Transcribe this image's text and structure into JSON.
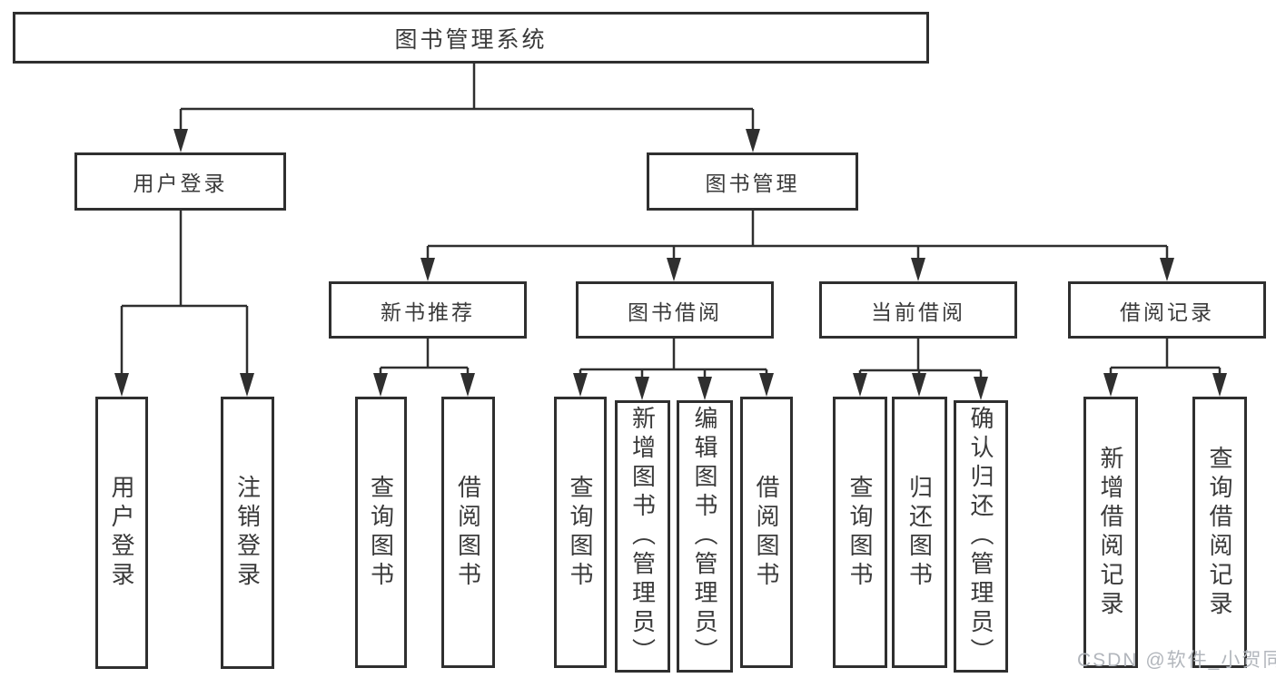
{
  "diagram_type": "hierarchy",
  "tree": {
    "label": "图书管理系统",
    "children": [
      {
        "label": "用户登录",
        "children": [
          {
            "label": "用户登录"
          },
          {
            "label": "注销登录"
          }
        ]
      },
      {
        "label": "图书管理",
        "children": [
          {
            "label": "新书推荐",
            "children": [
              {
                "label": "查询图书"
              },
              {
                "label": "借阅图书"
              }
            ]
          },
          {
            "label": "图书借阅",
            "children": [
              {
                "label": "查询图书"
              },
              {
                "label": "新增图书（管理员）"
              },
              {
                "label": "编辑图书（管理员）"
              },
              {
                "label": "借阅图书"
              }
            ]
          },
          {
            "label": "当前借阅",
            "children": [
              {
                "label": "查询图书"
              },
              {
                "label": "归还图书"
              },
              {
                "label": "确认归还（管理员）"
              }
            ]
          },
          {
            "label": "借阅记录",
            "children": [
              {
                "label": "新增借阅记录"
              },
              {
                "label": "查询借阅记录"
              }
            ]
          }
        ]
      }
    ]
  },
  "watermark": {
    "text": "CSDN @软件_小贺同学"
  },
  "colors": {
    "line": "#2f2f2f",
    "text": "#3a3a3a",
    "watermark": "#b2b6bc",
    "background": "#ffffff"
  }
}
